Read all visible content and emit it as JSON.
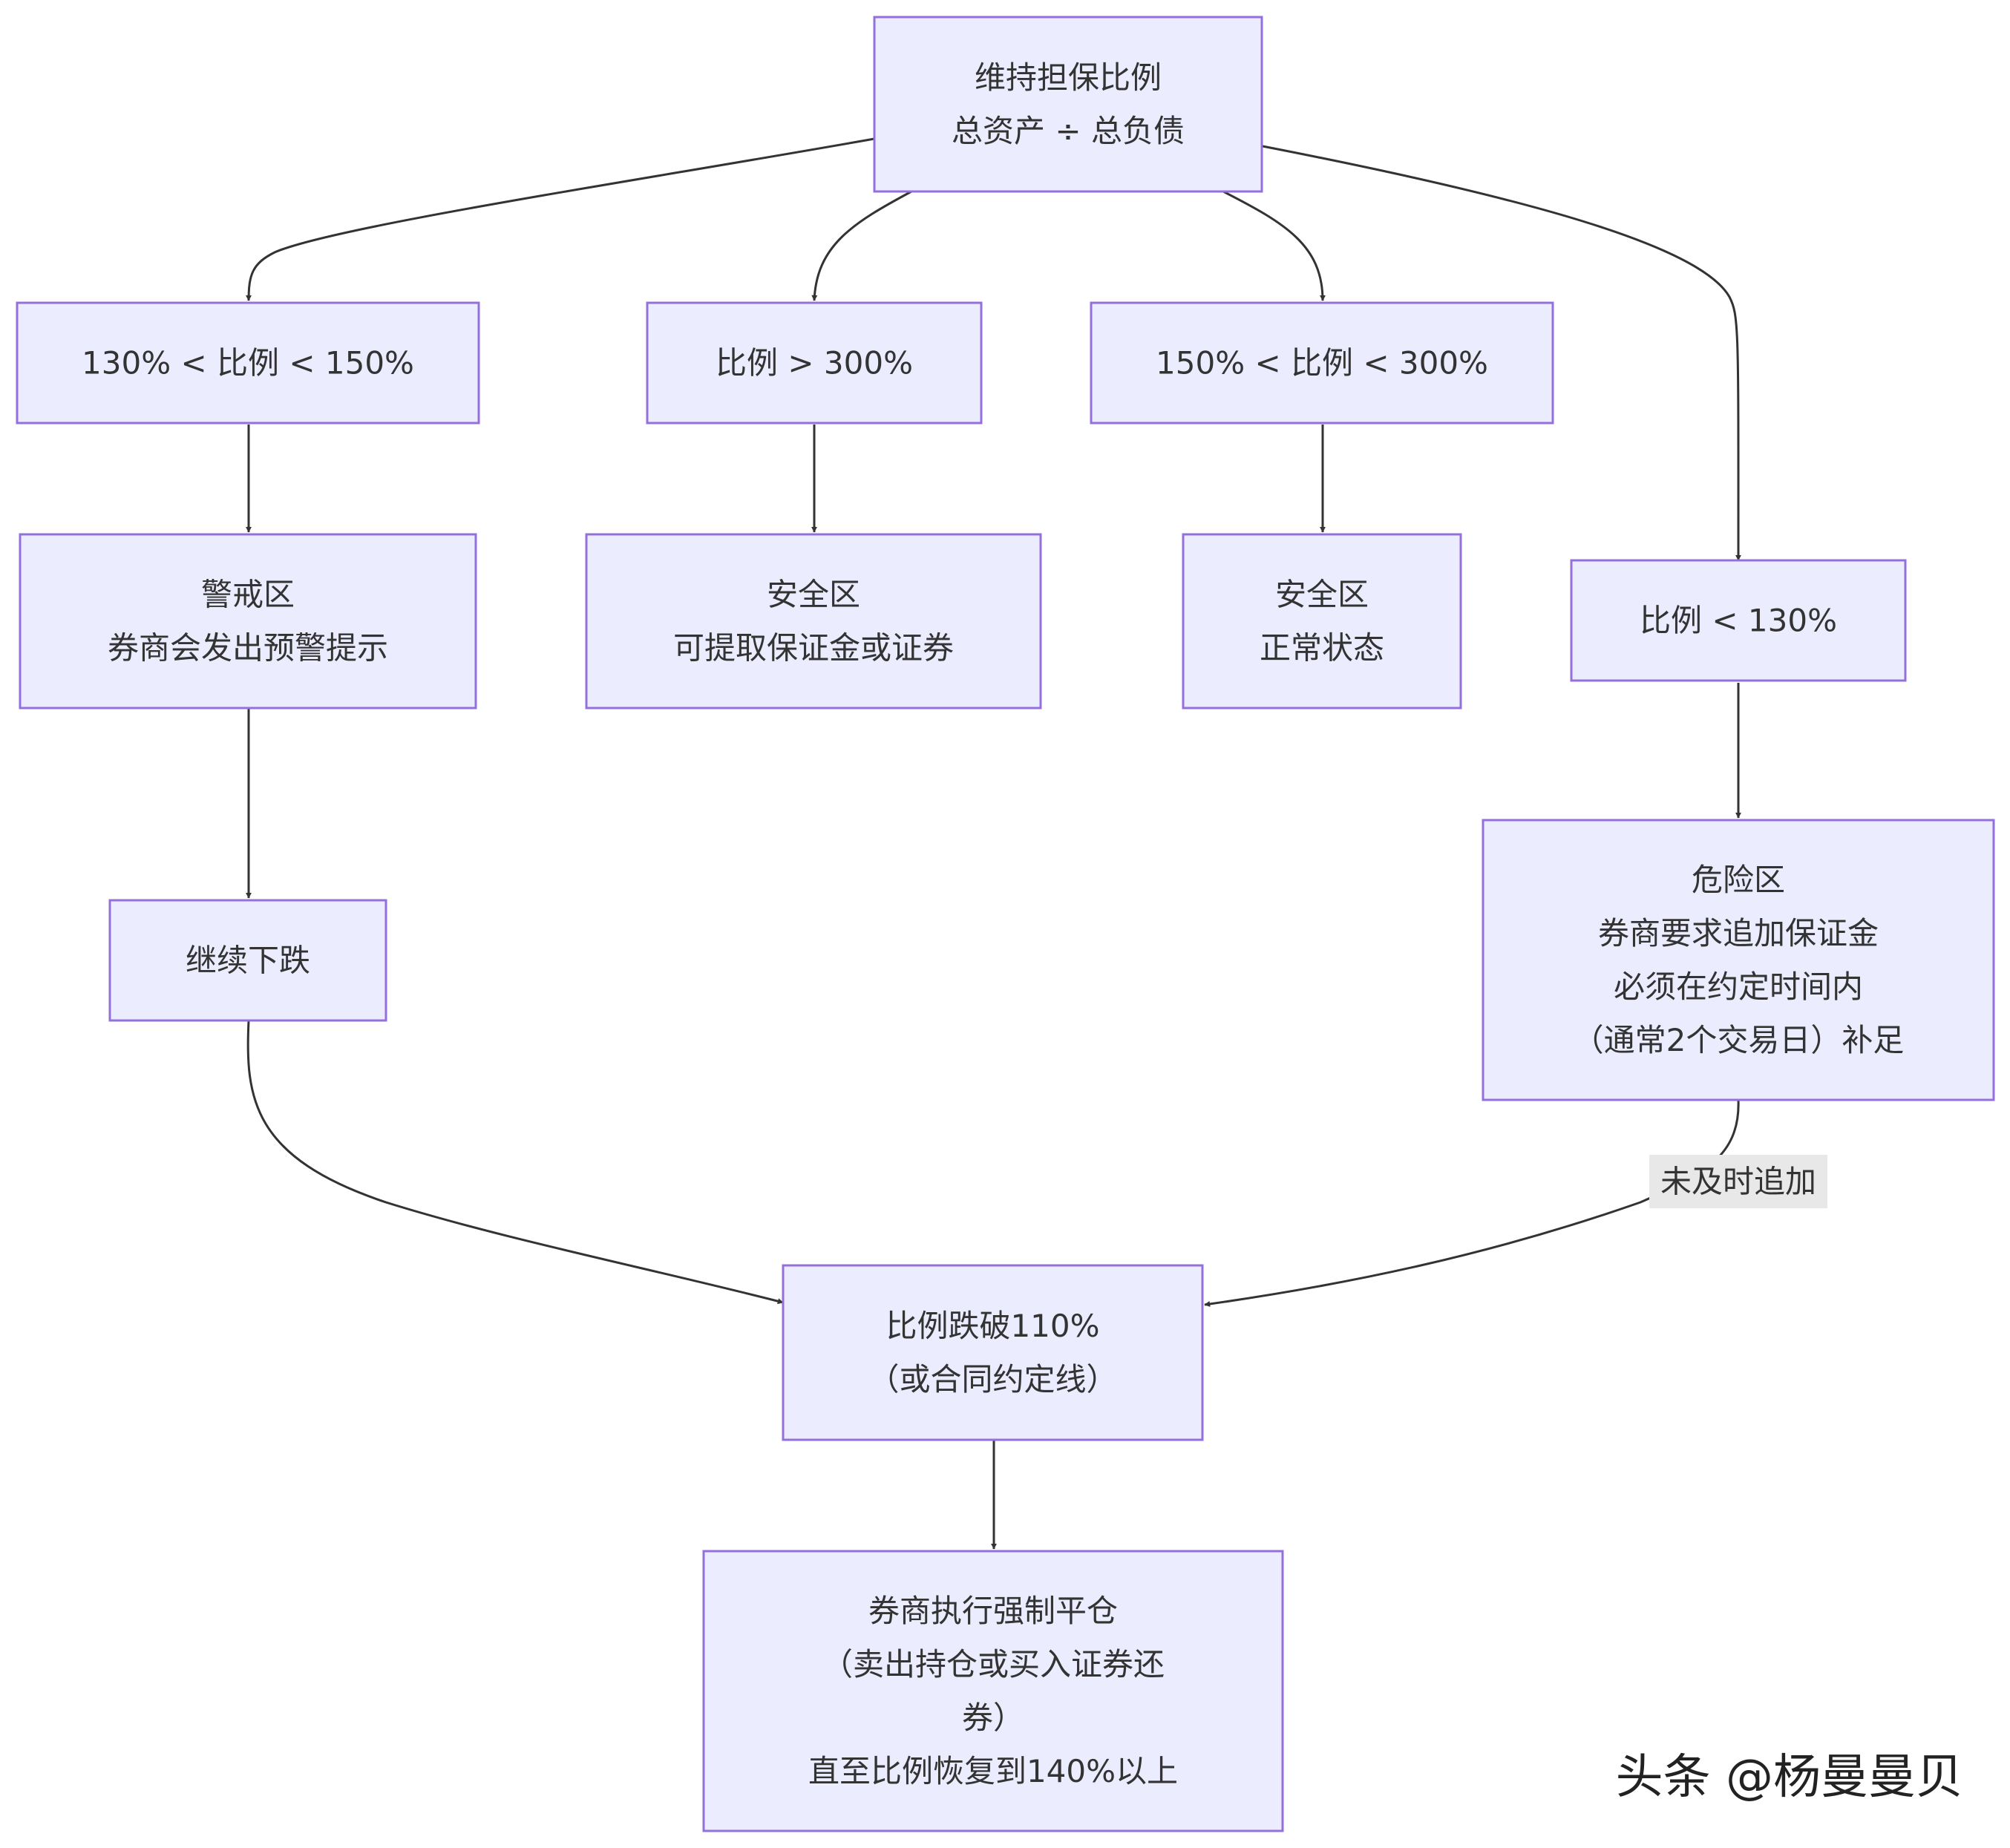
{
  "diagram": {
    "nodes": {
      "root": {
        "lines": [
          "维持担保比例",
          "总资产 ÷ 总负债"
        ]
      },
      "range_130_150": {
        "lines": [
          "130% < 比例 < 150%"
        ]
      },
      "range_gt_300": {
        "lines": [
          "比例 > 300%"
        ]
      },
      "range_150_300": {
        "lines": [
          "150% < 比例 < 300%"
        ]
      },
      "range_lt_130": {
        "lines": [
          "比例 < 130%"
        ]
      },
      "warning_zone": {
        "lines": [
          "警戒区",
          "券商会发出预警提示"
        ]
      },
      "safe_zone_withdraw": {
        "lines": [
          "安全区",
          "可提取保证金或证券"
        ]
      },
      "safe_zone_normal": {
        "lines": [
          "安全区",
          "正常状态"
        ]
      },
      "danger_zone": {
        "lines": [
          "危险区",
          "券商要求追加保证金",
          "必须在约定时间内",
          "（通常2个交易日）补足"
        ]
      },
      "continue_fall": {
        "lines": [
          "继续下跌"
        ]
      },
      "below_110": {
        "lines": [
          "比例跌破110%",
          "（或合同约定线）"
        ]
      },
      "forced_liquidation": {
        "lines": [
          "券商执行强制平仓",
          "（卖出持仓或买入证券还",
          "券）",
          "直至比例恢复到140%以上"
        ]
      }
    },
    "edge_labels": {
      "not_in_time": "未及时追加"
    },
    "colors": {
      "node_fill": "#ECECFF",
      "node_stroke": "#9370DB",
      "edge": "#333333",
      "label_bg": "#e8e8e8"
    }
  },
  "watermark": "头条 @杨曼曼贝"
}
